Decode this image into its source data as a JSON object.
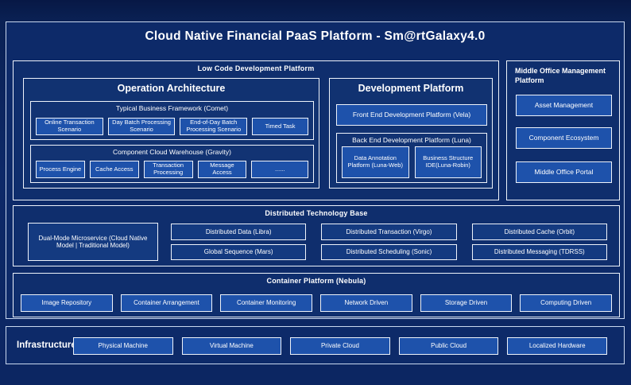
{
  "title": "Cloud Native Financial PaaS Platform - Sm@rtGalaxy4.0",
  "colors": {
    "background": "#0d2968",
    "frame_border": "#c9d8ef",
    "box_fill": "#1e52ab",
    "box_fill_dark": "#143a80",
    "text": "#ffffff"
  },
  "low_code": {
    "label": "Low Code Development Platform",
    "operation": {
      "title": "Operation Architecture",
      "comet": {
        "label": "Typical Business Framework (Comet)",
        "items": [
          "Online Transaction Scenario",
          "Day Batch Processing Scenario",
          "End-of-Day Batch Processing Scenario",
          "Timed Task"
        ]
      },
      "gravity": {
        "label": "Component Cloud Warehouse (Gravity)",
        "items": [
          "Process Engine",
          "Cache Access",
          "Transaction Processing",
          "Message Access",
          "......"
        ]
      }
    },
    "development": {
      "title": "Development Platform",
      "vela": "Front End Development Platform (Vela)",
      "luna": {
        "label": "Back End Development Platform (Luna)",
        "items": [
          "Data Annotation Platform (Luna-Web)",
          "Business Structure IDE(Luna-Robin)"
        ]
      }
    }
  },
  "middle_office": {
    "label": "Middle Office Management Platform",
    "items": [
      "Asset Management",
      "Component Ecosystem",
      "Middle Office Portal"
    ]
  },
  "distributed": {
    "label": "Distributed Technology Base",
    "dual_mode": "Dual-Mode Microservice (Cloud Native Model | Traditional Model)",
    "row1": [
      "Distributed Data (Libra)",
      "Distributed Transaction (Virgo)",
      "Distributed Cache (Orbit)"
    ],
    "row2": [
      "Global Sequence (Mars)",
      "Distributed Scheduling (Sonic)",
      "Distributed Messaging (TDRSS)"
    ]
  },
  "container_platform": {
    "label": "Container Platform (Nebula)",
    "items": [
      "Image Repository",
      "Container Arrangement",
      "Container Monitoring",
      "Network Driven",
      "Storage Driven",
      "Computing Driven"
    ]
  },
  "infrastructure": {
    "label": "Infrastructure",
    "items": [
      "Physical Machine",
      "Virtual Machine",
      "Private Cloud",
      "Public Cloud",
      "Localized Hardware"
    ]
  }
}
